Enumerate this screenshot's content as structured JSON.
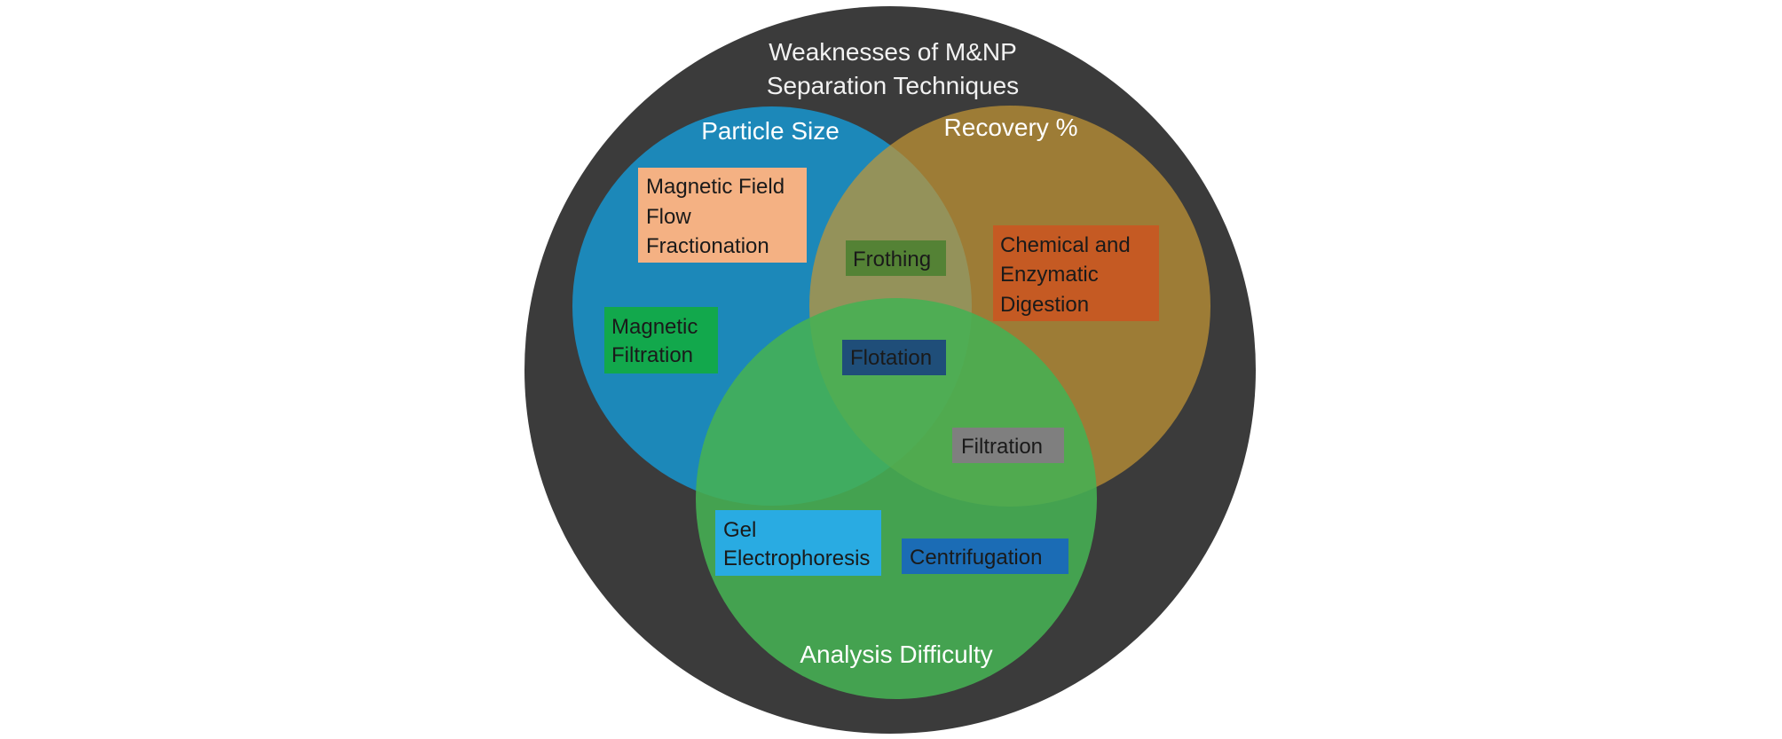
{
  "title_lines": [
    "Weaknesses of M&NP",
    "Separation Techniques"
  ],
  "sets": {
    "particle_size": {
      "label": "Particle Size",
      "color": "#1a8cc0"
    },
    "recovery": {
      "label": "Recovery %",
      "color": "#c49534"
    },
    "analysis": {
      "label": "Analysis Difficulty",
      "color": "#45b153"
    }
  },
  "outer_color": "#3b3b3b",
  "techniques": {
    "mff": {
      "lines": [
        "Magnetic Field",
        "Flow",
        "Fractionation"
      ],
      "color": "#f4b183"
    },
    "frothing": {
      "lines": [
        "Frothing"
      ],
      "color": "#548235"
    },
    "chemical": {
      "lines": [
        "Chemical and",
        "Enzymatic",
        "Digestion"
      ],
      "color": "#c55a23"
    },
    "magfilt": {
      "lines": [
        "Magnetic",
        "Filtration"
      ],
      "color": "#12a84c"
    },
    "flotation": {
      "lines": [
        "Flotation"
      ],
      "color": "#1f4e79"
    },
    "filtration": {
      "lines": [
        "Filtration"
      ],
      "color": "#7f7f7f"
    },
    "gel": {
      "lines": [
        "Gel",
        "Electrophoresis"
      ],
      "color": "#29abe2"
    },
    "centrifugation": {
      "lines": [
        "Centrifugation"
      ],
      "color": "#1b6cb5"
    }
  }
}
